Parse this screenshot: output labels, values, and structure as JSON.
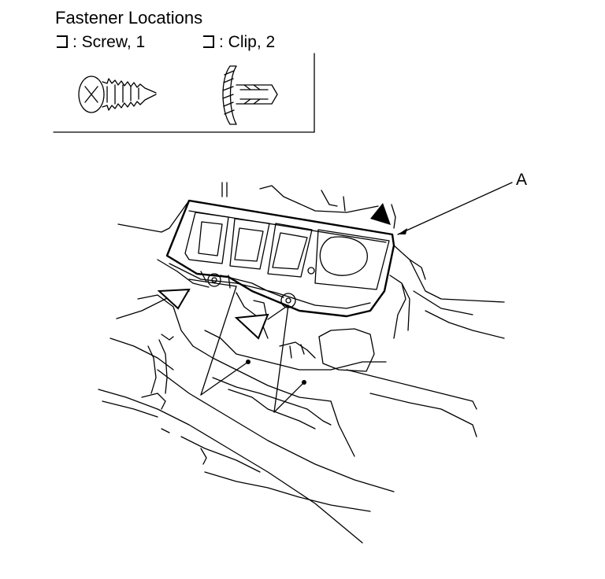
{
  "header": {
    "title": "Fastener Locations",
    "screw_label": ": Screw, 1",
    "clip_label": ": Clip, 2"
  },
  "callouts": {
    "part_a": "A"
  },
  "icons": {
    "screw_symbol": "open-triangle-icon",
    "clip_symbol": "filled-triangle-icon"
  },
  "counts": {
    "screws": 1,
    "clips": 2
  }
}
